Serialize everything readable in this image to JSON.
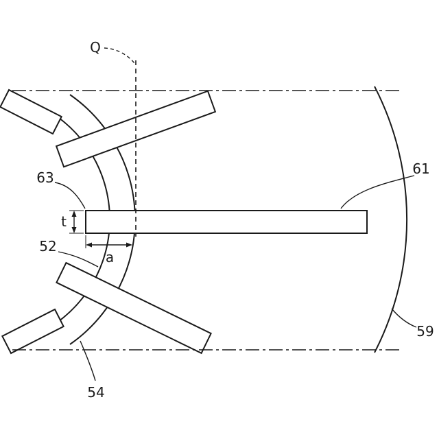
{
  "diagram": {
    "type": "patent-figure",
    "labels": {
      "q": "Q",
      "n63": "63",
      "t": "t",
      "n52": "52",
      "a": "a",
      "n54": "54",
      "n61": "61",
      "n59": "59"
    },
    "colors": {
      "line": "#1a1a1a",
      "background": "#ffffff"
    }
  }
}
